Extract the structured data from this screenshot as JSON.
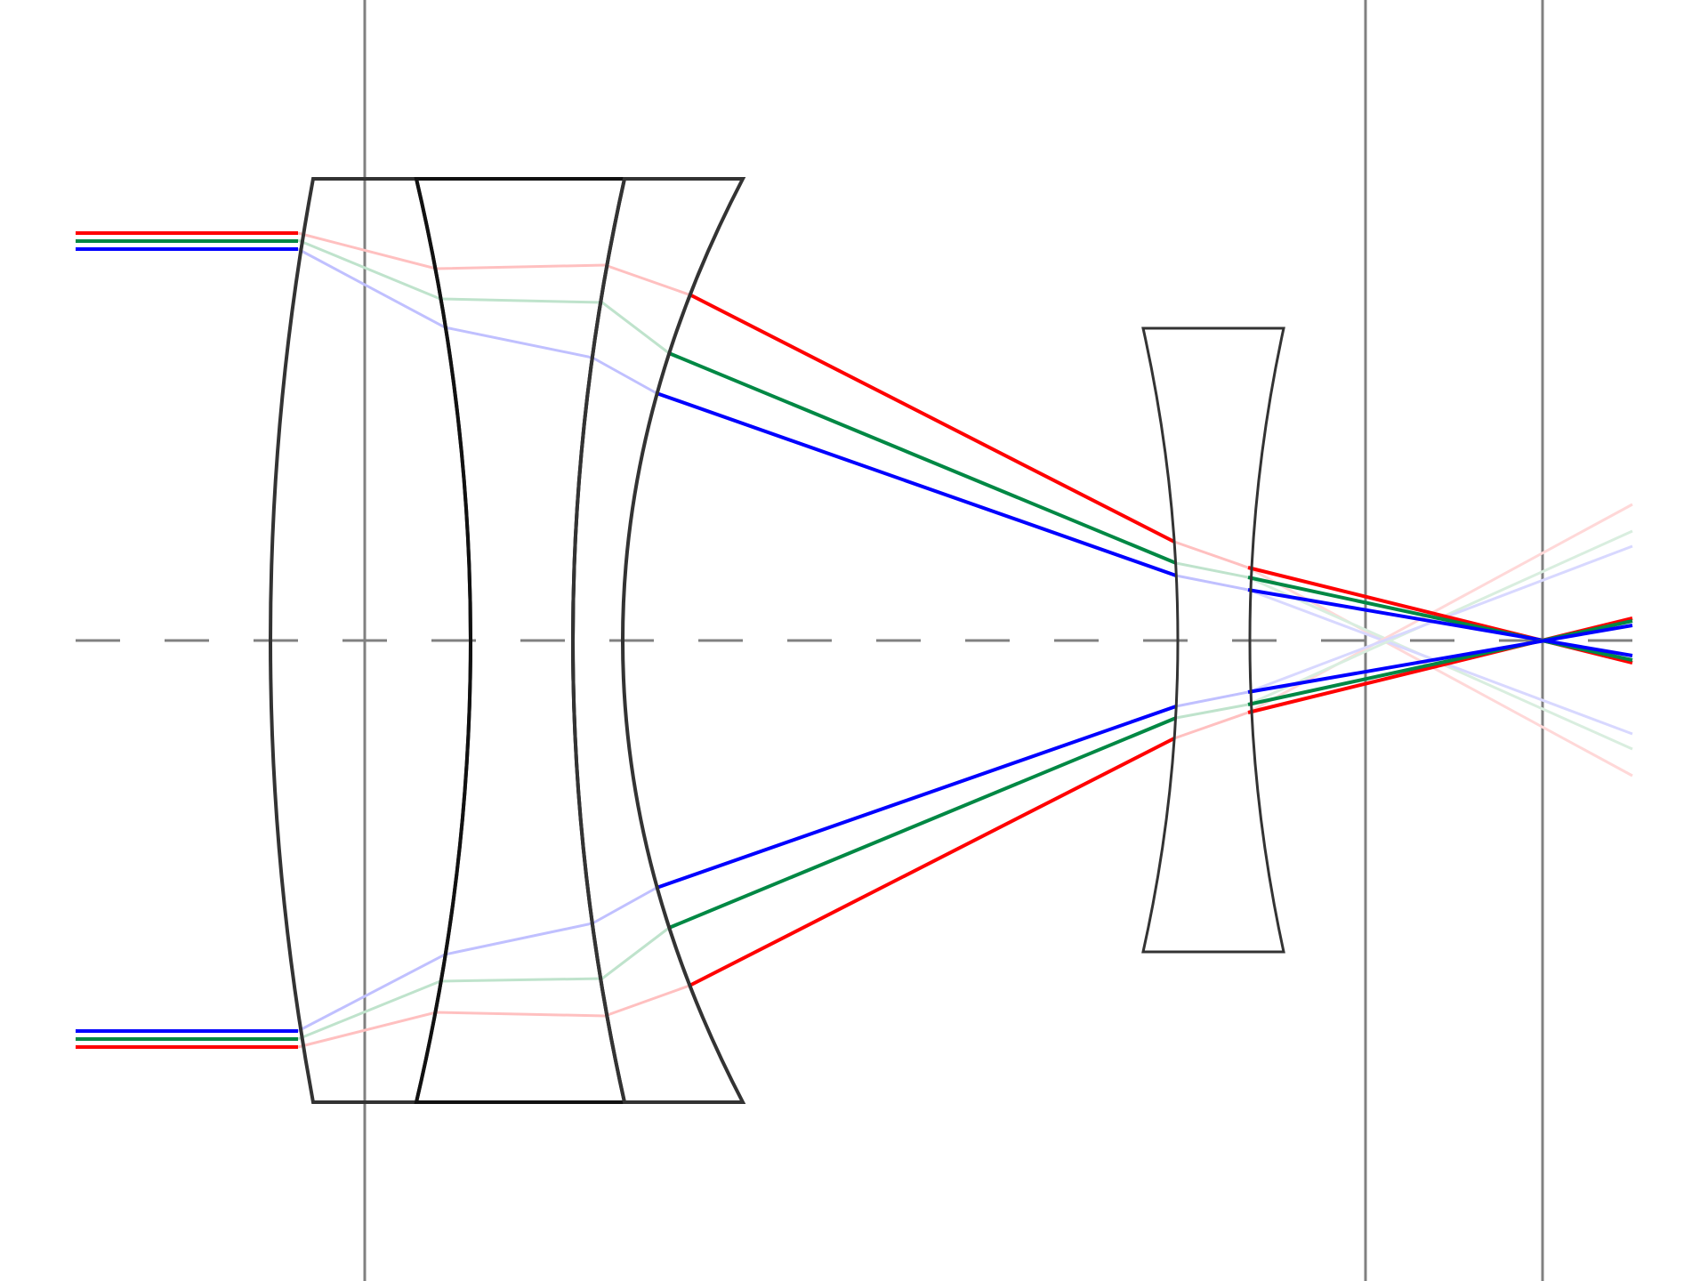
{
  "diagram": {
    "kind": "optical-ray-trace",
    "description_text": "",
    "colors": {
      "background": "#ffffff",
      "axis": "#808080",
      "reference_line": "#808080",
      "lens_outline": "#333333",
      "ray_red": "#ff0000",
      "ray_green": "#008844",
      "ray_blue": "#0000ff"
    },
    "elements": [
      {
        "id": "front-element",
        "type": "positive-meniscus-doublet-part"
      },
      {
        "id": "middle-element",
        "type": "biconcave-part"
      },
      {
        "id": "rear-cemented-element",
        "type": "negative-meniscus"
      },
      {
        "id": "rear-negative-element",
        "type": "biconcave"
      }
    ],
    "ray_bundles": [
      {
        "position": "upper",
        "colors": [
          "red",
          "green",
          "blue"
        ]
      },
      {
        "position": "lower",
        "colors": [
          "red",
          "green",
          "blue"
        ]
      }
    ],
    "reference_lines": 3,
    "optical_axis": "dashed"
  }
}
